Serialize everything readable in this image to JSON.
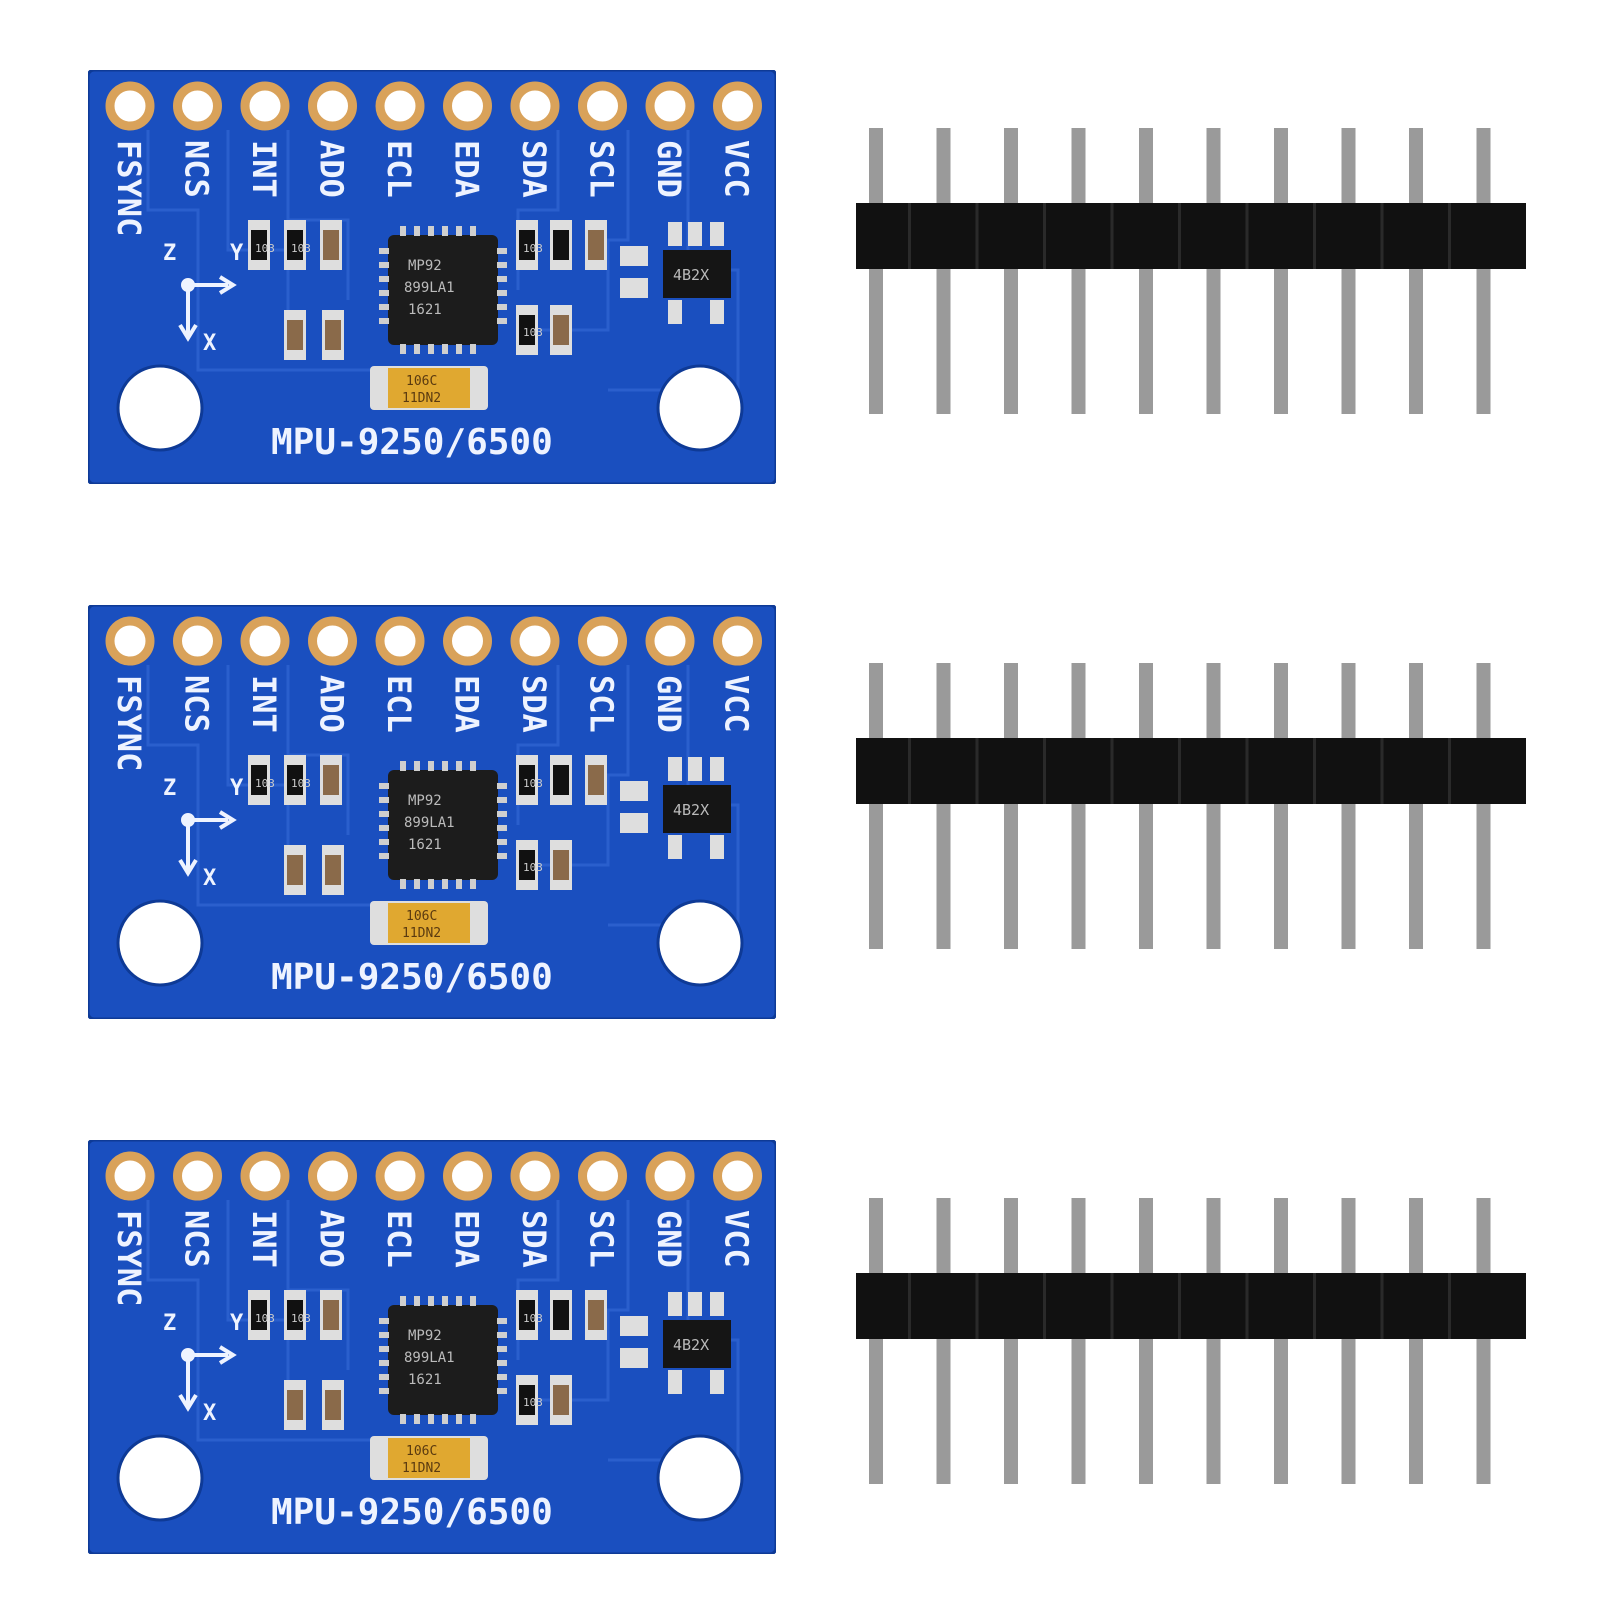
{
  "pin_labels": [
    "FSYNC",
    "NCS",
    "INT",
    "ADO",
    "ECL",
    "EDA",
    "SDA",
    "SCL",
    "GND",
    "VCC"
  ],
  "board_model": "MPU-9250/6500",
  "axis_labels": {
    "z": "Z",
    "y": "Y",
    "x": "X"
  },
  "chip_marking": [
    "MP92",
    "899LA1",
    "1621"
  ],
  "regulator_marking": "4B2X",
  "capacitor_marking": [
    "106C",
    "11DN2"
  ],
  "resistor_marking": [
    "103",
    "103",
    "103",
    "103"
  ],
  "colors": {
    "pcb_blue": "#1a4fbf",
    "pad_gold": "#d9a25a",
    "header_black": "#111111",
    "pin_silver": "#9a9a9a",
    "silkscreen": "#eef3ff"
  },
  "quantity": 3
}
